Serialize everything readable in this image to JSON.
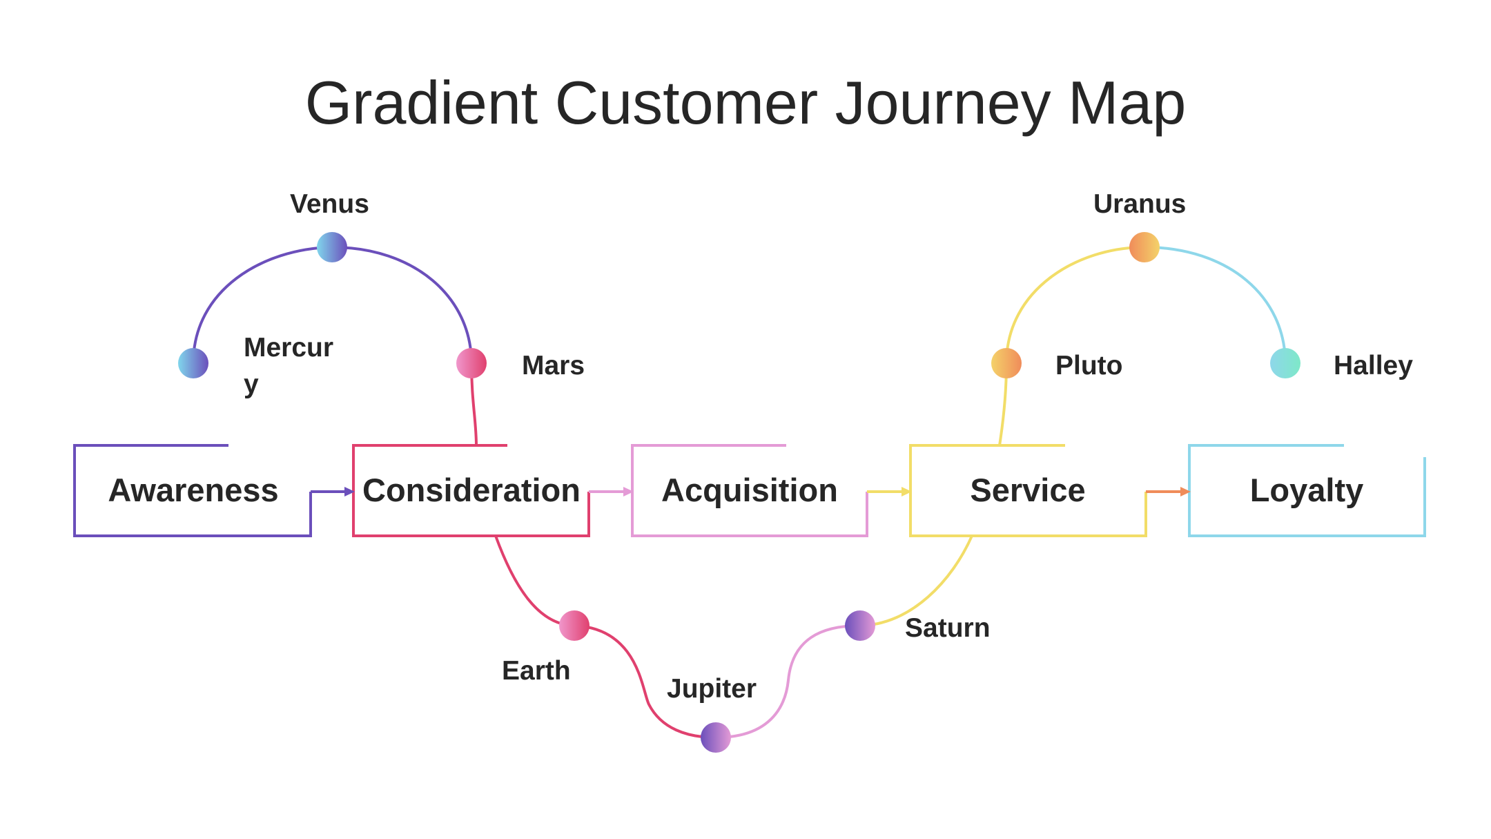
{
  "title": "Gradient Customer Journey Map",
  "stages": [
    {
      "label": "Awareness",
      "color": "#6b4fbb"
    },
    {
      "label": "Consideration",
      "color": "#e0406e"
    },
    {
      "label": "Acquisition",
      "color": "#e49bd6"
    },
    {
      "label": "Service",
      "color": "#f2dd68"
    },
    {
      "label": "Loyalty",
      "color": "#8ed7ea"
    }
  ],
  "nodes": [
    {
      "label": "Mercury",
      "color_a": "#80d6ec",
      "color_b": "#6b4fbb"
    },
    {
      "label": "Venus",
      "color_a": "#80d6ec",
      "color_b": "#6b4fbb"
    },
    {
      "label": "Mars",
      "color_a": "#f097cc",
      "color_b": "#e0406e"
    },
    {
      "label": "Earth",
      "color_a": "#f097cc",
      "color_b": "#e0406e"
    },
    {
      "label": "Jupiter",
      "color_a": "#6b4fbb",
      "color_b": "#e49bd6"
    },
    {
      "label": "Saturn",
      "color_a": "#6b4fbb",
      "color_b": "#e49bd6"
    },
    {
      "label": "Pluto",
      "color_a": "#f4d26a",
      "color_b": "#f08c5a"
    },
    {
      "label": "Uranus",
      "color_a": "#f08c5a",
      "color_b": "#f4d26a"
    },
    {
      "label": "Halley",
      "color_a": "#8ed7ea",
      "color_b": "#7ee8c8"
    }
  ],
  "connector_colors": [
    "#6b4fbb",
    "#e49bd6",
    "#f2dd68",
    "#f08c5a"
  ]
}
